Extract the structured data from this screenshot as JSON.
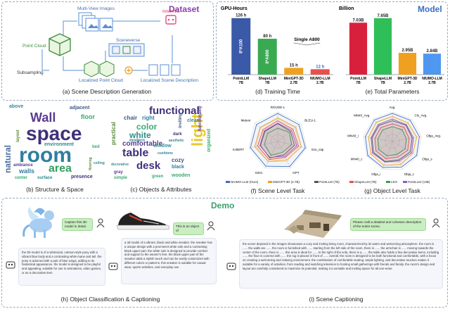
{
  "dataset_panel": {
    "title": "Dataset",
    "nodes": {
      "multi_view": "Multi-View Images",
      "internvl": "InternVL",
      "point_cloud": "Point Cloud",
      "sceneverse": "Sceneverse",
      "subsampling": "Subsampling",
      "localized_pc": "Localized Point Cloud",
      "localized_sd": "Localized Scene Description"
    },
    "caption": "(a) Scene Description Generation"
  },
  "model_panel": {
    "title": "Model"
  },
  "wordcloud_structure": {
    "words": [
      "space",
      "room",
      "area",
      "Wall",
      "floor",
      "natural",
      "above",
      "adjacent",
      "environment",
      "layout",
      "walls",
      "ambiance",
      "center",
      "surface",
      "presence",
      "ceiling",
      "flooring",
      "bed"
    ],
    "caption": "(b) Structure & Space"
  },
  "wordcloud_objects": {
    "words": [
      "functional",
      "light",
      "table",
      "desk",
      "color",
      "white",
      "comfortable",
      "organized",
      "chair",
      "right",
      "clean",
      "practical",
      "modern",
      "dark",
      "wooden",
      "cozy",
      "black",
      "window",
      "gray",
      "simple",
      "inviting",
      "aesthetic",
      "green",
      "functionality",
      "cushions",
      "decorative"
    ],
    "caption": "(c) Objects & Attributes"
  },
  "chart_data": [
    {
      "type": "bar",
      "title": "",
      "ylabel": "GPU-Hours",
      "categories": [
        "PointLLM 7B",
        "ShapeLLM 7B",
        "MiniGPT-3D 2.7B",
        "NIUMO-LLM 2.7B"
      ],
      "values": [
        126,
        80,
        15,
        12
      ],
      "value_labels": [
        "126 h",
        "80 h",
        "15 h",
        "12 h"
      ],
      "bar_labels": [
        "8*A100",
        "8*A800",
        "",
        ""
      ],
      "annotation": "Single A800",
      "colors": [
        "#3a5aa8",
        "#3aaa52",
        "#f0a020",
        "#ea4e4e"
      ],
      "caption": "(d) Training Time"
    },
    {
      "type": "bar",
      "title": "",
      "ylabel": "Billion",
      "categories": [
        "PointLLM 7B",
        "ShapeLLM 7B",
        "MiniGPT-3D 2.7B",
        "NIUMO-LLM 2.7B"
      ],
      "values": [
        7.03,
        7.65,
        2.95,
        2.84
      ],
      "value_labels": [
        "7.03B",
        "7.65B",
        "2.95B",
        "2.84B"
      ],
      "colors": [
        "#d8203c",
        "#2fbf58",
        "#f0a020",
        "#4f97f0"
      ],
      "caption": "(e) Total Parameters"
    },
    {
      "type": "radar",
      "axes": [
        "ROUGE-L",
        "BLEU-1",
        "Sce_cap",
        "GPT",
        "SimC",
        "S-BERT",
        "Meteor"
      ],
      "series": [
        {
          "name": "NIUMO-LLM (Ours)",
          "color": "#3a6fc0"
        },
        {
          "name": "MiniGPT-3D (2.7B)",
          "color": "#f0a020"
        },
        {
          "name": "PointLLM (7B)",
          "color": "#555555"
        },
        {
          "name": "ShapeLLM (7B)",
          "color": "#ea4e4e"
        },
        {
          "name": "LEO",
          "color": "#3a9e4a"
        },
        {
          "name": "PointLLM (13B)",
          "color": "#8d5cc6"
        }
      ],
      "caption": "(f) Scene Level Task"
    },
    {
      "type": "radar",
      "axes": [
        "Avg.",
        "Cls_Avg.",
        "Obja_Avg.",
        "Obja_s",
        "Obja_c",
        "Obja_i",
        "MN40_c",
        "MN40_i",
        "MN40_Avg."
      ],
      "caption": "(g) Object Level Task"
    }
  ],
  "demo": {
    "title": "Demo",
    "pony_prompt": "Caption this 3D model in detail.",
    "pony_answer": "the 3D model is of a whimsical, cartoon-style pony with a vibrant blue body and a contrasting white mane and tail. the pony is adorned with a pair of blue wings, adding to its fantastical appearance. the model is designed to be playful and appealing, suitable for use in animations, video games, or as a decorative item.",
    "shoe_prompt": "This is an object of",
    "shoe_answer": "a 3d model of a vibrant, black and white sneaker. the sneaker has a unique design with a prominent white sole and a contrasting black upper part. the white sole is designed to provide comfort and support to the wearer's feet. the black upper part of the sneaker adds a stylish touch and can be easily customized with different colors or patterns. this sneaker is suitable for casual wear, sports activities, and everyday use.",
    "scene_prompt": "Please craft a detailed and cohesive description of the entire scene.",
    "scene_answer": "the scene depicted in the images showcases a cozy and inviting living room, characterized by its warm and welcoming atmosphere. the room is ...... the walls are ...... the room is furnished with ...... starting from the left side of the room, there is ...... the armchair is ...... moving towards the center of the room, there is ...... this area is ideal for ...... to the right of the sofa, there is a ...... the table also holds a few decorative items, including ...... the floor is covered with ...... the rug is placed in front of ...... overall, the room is designed to be both functional and comfortable, with a focus on creating a welcoming and relaxing environment. the combination of comfortable seating, ample lighting, and decorative touches makes it suitable for a variety of activities, from reading and watching television to hosting small gatherings with friends and family. the room's design and layout are carefully considered to maximize its potential. making it a versatile and inviting space for all one-enter.",
    "caption_h": "(h) Object Classification & Captioning",
    "caption_i": "(i) Scene Captioning"
  }
}
